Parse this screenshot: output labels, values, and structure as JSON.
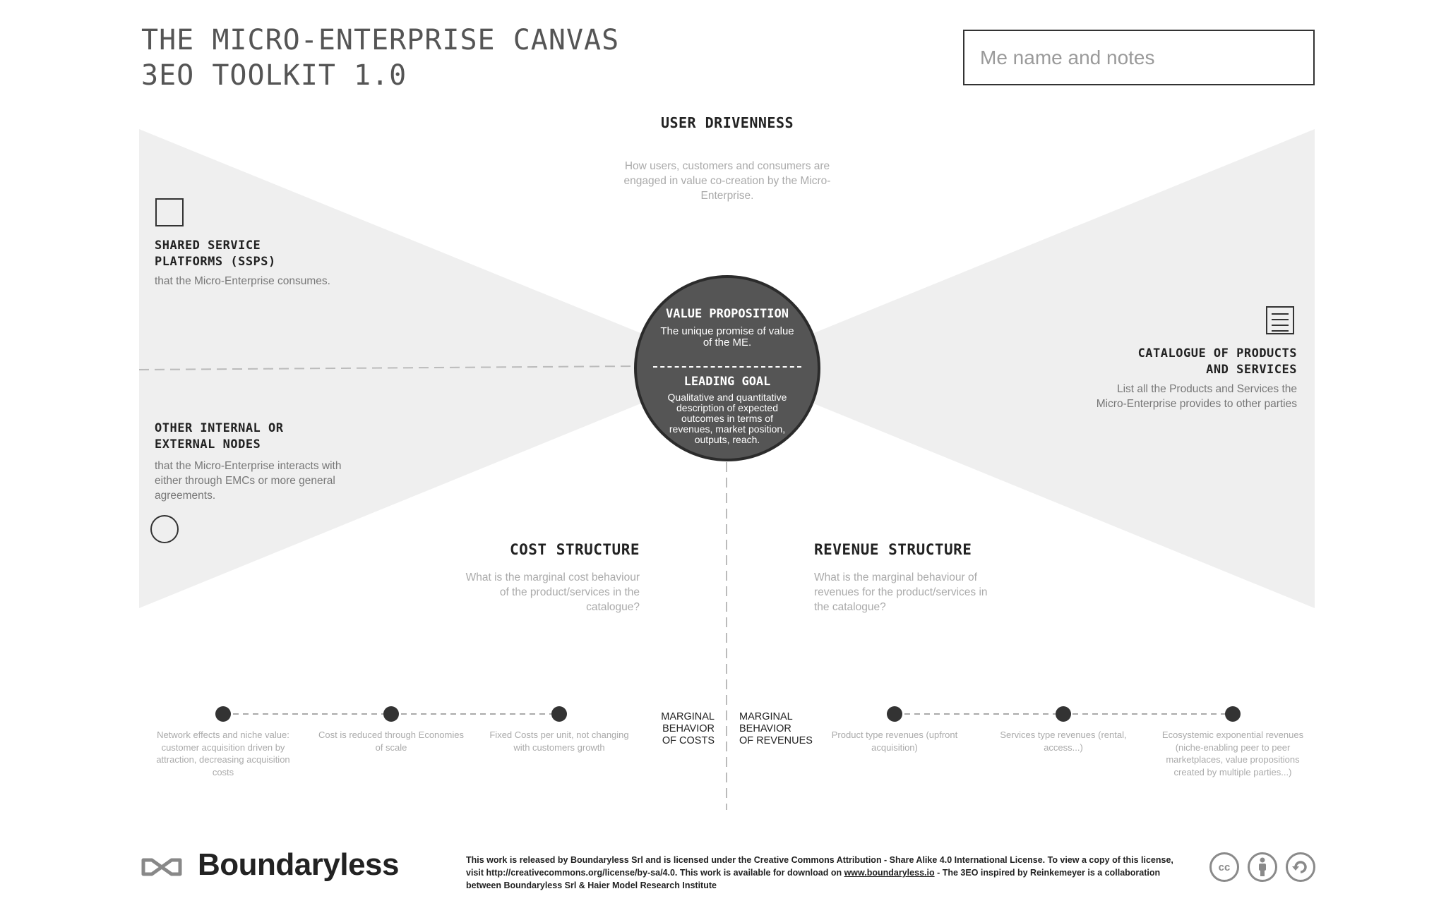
{
  "header": {
    "title_line1": "THE MICRO-ENTERPRISE CANVAS",
    "title_line2": "3EO TOOLKIT 1.0",
    "notes_placeholder": "Me name and notes"
  },
  "user_drivenness": {
    "title": "USER DRIVENNESS",
    "desc": "How users, customers and consumers are engaged in value co-creation by the Micro-Enterprise."
  },
  "shared_platforms": {
    "title_line1": "SHARED SERVICE",
    "title_line2": "PLATFORMS (SSPS)",
    "desc": "that the Micro-Enterprise consumes."
  },
  "other_nodes": {
    "title_line1": "OTHER INTERNAL OR",
    "title_line2": "EXTERNAL NODES",
    "desc": "that the Micro-Enterprise interacts with either through EMCs or more general agreements."
  },
  "catalogue": {
    "title_line1": "CATALOGUE OF PRODUCTS",
    "title_line2": "AND SERVICES",
    "desc": "List all the Products and Services the Micro-Enterprise provides to other parties"
  },
  "core": {
    "vp_title": "VALUE PROPOSITION",
    "vp_desc": "The unique promise of value of the ME.",
    "lg_title": "LEADING GOAL",
    "lg_desc": "Qualitative and quantitative description of expected outcomes in terms of revenues, market position, outputs, reach."
  },
  "cost_structure": {
    "title": "COST STRUCTURE",
    "desc": "What is the marginal cost behaviour of the product/services in the catalogue?"
  },
  "revenue_structure": {
    "title": "REVENUE STRUCTURE",
    "desc": "What is the marginal behaviour of revenues for the product/services in the catalogue?"
  },
  "marginal": {
    "costs_l1": "MARGINAL",
    "costs_l2": "BEHAVIOR",
    "costs_l3": "OF COSTS",
    "rev_l1": "MARGINAL",
    "rev_l2": "BEHAVIOR",
    "rev_l3": "OF REVENUES"
  },
  "cost_timeline": [
    "Network effects and niche value: customer acquisition driven by attraction, decreasing acquisition costs",
    "Cost is reduced through Economies of scale",
    "Fixed Costs per unit, not changing with customers growth"
  ],
  "revenue_timeline": [
    "Product type revenues (upfront acquisition)",
    "Services type revenues (rental, access...)",
    "Ecosystemic exponential revenues (niche-enabling peer to peer marketplaces, value propositions created by multiple parties...)"
  ],
  "footer": {
    "brand": "Boundaryless",
    "license_pre": "This work is released by Boundaryless Srl and is licensed under the Creative Commons Attribution - Share Alike 4.0 International License. To view a copy of this license, visit http://creativecommons.org/license/by-sa/4.0. This work is available for download on ",
    "license_link": "www.boundaryless.io",
    "license_post": " - The 3EO inspired by Reinkemeyer is a collaboration between Boundaryless Srl & Haier Model Research Institute",
    "cc_label": "cc"
  },
  "colors": {
    "background": "#ffffff",
    "wing_fill": "#efefef",
    "circle_fill": "#555555",
    "text_dark": "#222222",
    "text_muted": "#aaaaaa"
  }
}
